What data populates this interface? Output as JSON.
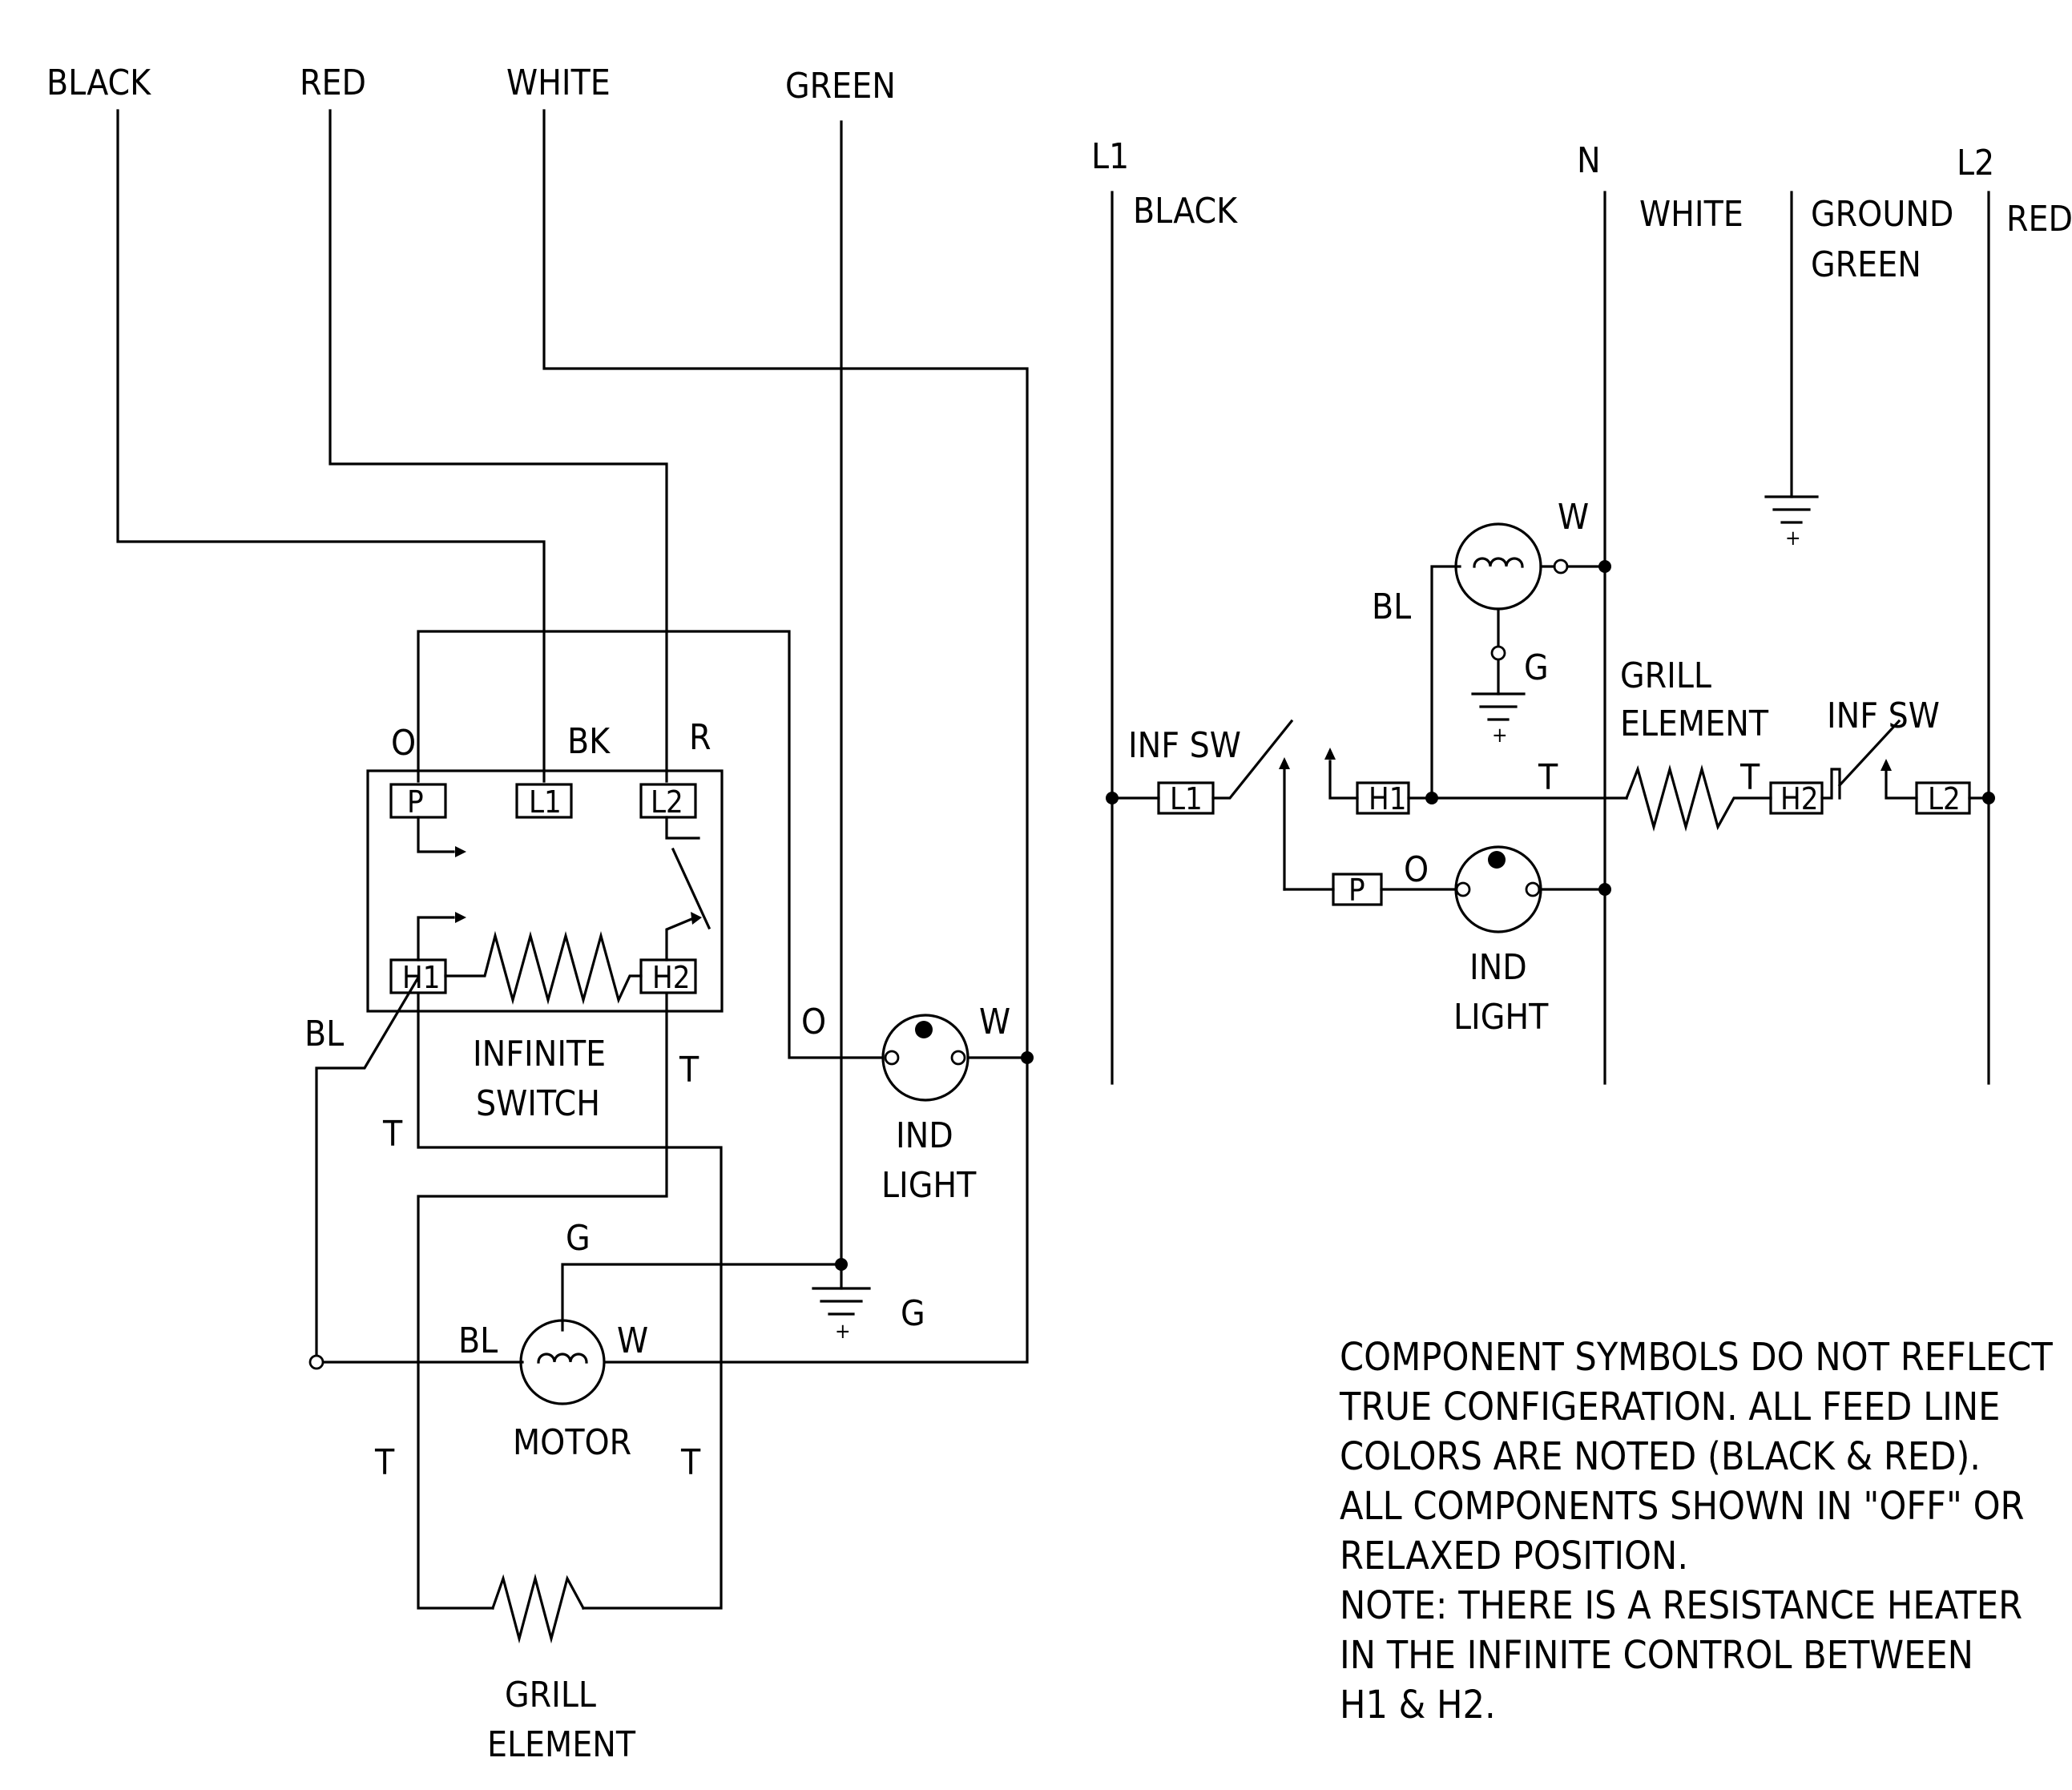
{
  "left_wires": {
    "black": "BLACK",
    "red": "RED",
    "white": "WHITE",
    "green": "GREEN"
  },
  "left_labels": {
    "o_top": "O",
    "bk": "BK",
    "r": "R",
    "bl_switch": "BL",
    "t_left_upper": "T",
    "t_right_upper": "T",
    "o_ind": "O",
    "w_ind": "W",
    "g_motor": "G",
    "g_ground": "G",
    "bl_motor": "BL",
    "w_motor": "W",
    "t_left_lower": "T",
    "t_right_lower": "T"
  },
  "left_terminals": {
    "p": "P",
    "l1": "L1",
    "l2": "L2",
    "h1": "H1",
    "h2": "H2"
  },
  "left_components": {
    "infinite_switch": [
      "INFINITE",
      "SWITCH"
    ],
    "ind_light": [
      "IND",
      "LIGHT"
    ],
    "motor": "MOTOR",
    "grill_element": [
      "GRILL",
      "ELEMENT"
    ]
  },
  "right_lines": {
    "l1": "L1",
    "black": "BLACK",
    "n": "N",
    "white": "WHITE",
    "ground": [
      "GROUND",
      "GREEN"
    ],
    "l2": "L2",
    "red": "RED"
  },
  "right_labels": {
    "w_motor": "W",
    "bl_motor": "BL",
    "g_motor": "G",
    "t_left": "T",
    "t_right": "T",
    "o_ind": "O",
    "inf_sw_left": "INF SW",
    "inf_sw_right": "INF SW"
  },
  "right_terminals": {
    "l1": "L1",
    "h1": "H1",
    "p": "P",
    "h2": "H2",
    "l2": "L2"
  },
  "right_components": {
    "grill_element": [
      "GRILL",
      "ELEMENT"
    ],
    "ind_light": [
      "IND",
      "LIGHT"
    ]
  },
  "note": [
    "COMPONENT SYMBOLS DO NOT REFLECT",
    "TRUE CONFIGERATION.  ALL FEED LINE",
    "COLORS ARE NOTED (BLACK & RED).",
    "ALL COMPONENTS SHOWN IN \"OFF\" OR",
    "RELAXED POSITION.",
    "NOTE: THERE IS A RESISTANCE HEATER",
    "IN THE INFINITE CONTROL BETWEEN",
    "H1 & H2."
  ]
}
